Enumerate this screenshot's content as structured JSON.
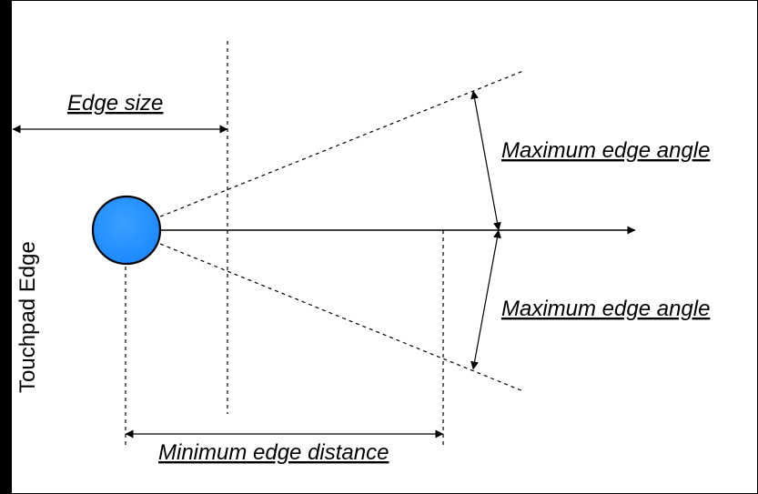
{
  "labels": {
    "edge_size": "Edge size",
    "max_angle_top": "Maximum edge angle",
    "max_angle_bottom": "Maximum edge angle",
    "min_distance": "Minimum edge distance",
    "touchpad_edge": "Touchpad Edge"
  },
  "colors": {
    "touch_point_fill": "#1a87ff",
    "touch_point_stroke": "#000000",
    "touchpad_edge": "#000000",
    "line": "#000000"
  }
}
